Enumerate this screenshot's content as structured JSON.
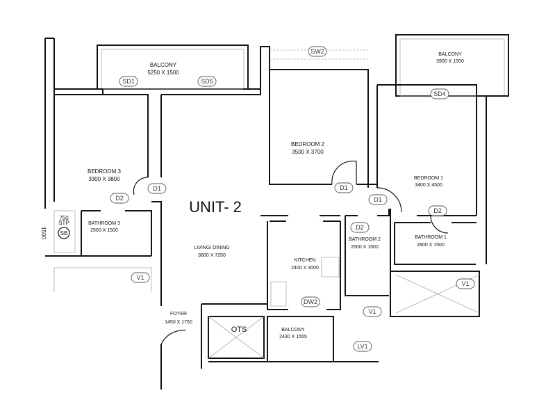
{
  "title": "UNIT- 2",
  "rooms": [
    {
      "name": "BALCONY",
      "size": "5250 X 1500"
    },
    {
      "name": "BEDROOM 3",
      "size": "3300 X 3800"
    },
    {
      "name": "BEDROOM 2",
      "size": "3500 X 3700"
    },
    {
      "name": "BALCONY",
      "size": "3900 X 1500"
    },
    {
      "name": "BEDROOM 1",
      "size": "3400 X 4500"
    },
    {
      "name": "LIVING/ DINING",
      "size": "3600 X 7250"
    },
    {
      "name": "BATHROOM 3",
      "size": "2500 X 1500"
    },
    {
      "name": "KITCHEN",
      "size": "2400 X 3000"
    },
    {
      "name": "BATHROOM 2",
      "size": "2500 X 1500"
    },
    {
      "name": "BATHROOM 1",
      "size": "2800 X 1500"
    },
    {
      "name": "FOYER",
      "size": "1450 X 1750"
    },
    {
      "name": "BALCONY",
      "size": "2430 X 1555"
    }
  ],
  "ots": "OTS",
  "stp": {
    "label": "STP",
    "width": "750",
    "height": "1500",
    "sb": "SB"
  },
  "tags": [
    "SD1",
    "SD5",
    "SW2",
    "SD4",
    "D1",
    "D2",
    "D1",
    "D1",
    "D2",
    "D2",
    "DW2",
    "V1",
    "V1",
    "V1",
    "LV1"
  ]
}
